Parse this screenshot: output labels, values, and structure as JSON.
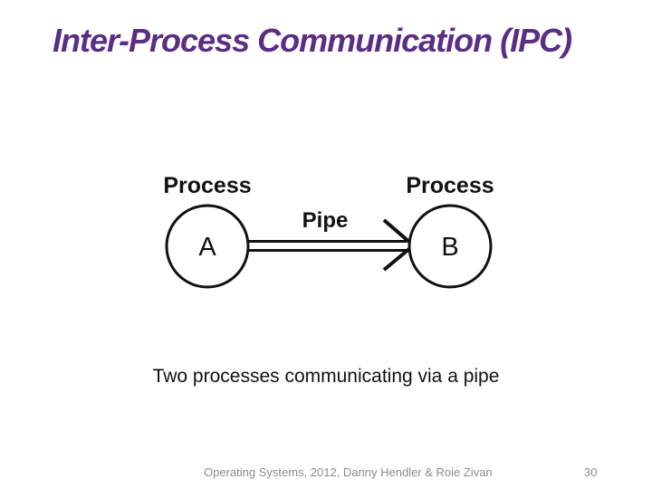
{
  "slide": {
    "title": "Inter-Process Communication (IPC)",
    "caption": "Two processes communicating via a pipe",
    "footer": "Operating Systems, 2012, Danny Hendler & Roie Zivan",
    "page_number": "30"
  },
  "diagram": {
    "left_node": {
      "label": "A",
      "process_label": "Process"
    },
    "right_node": {
      "label": "B",
      "process_label": "Process"
    },
    "pipe_label": "Pipe"
  },
  "colors": {
    "title_text": "#5b2d86",
    "body_text": "#111111",
    "footer_text": "#8c8c8c",
    "diagram_stroke": "#111111",
    "background": "#ffffff"
  }
}
